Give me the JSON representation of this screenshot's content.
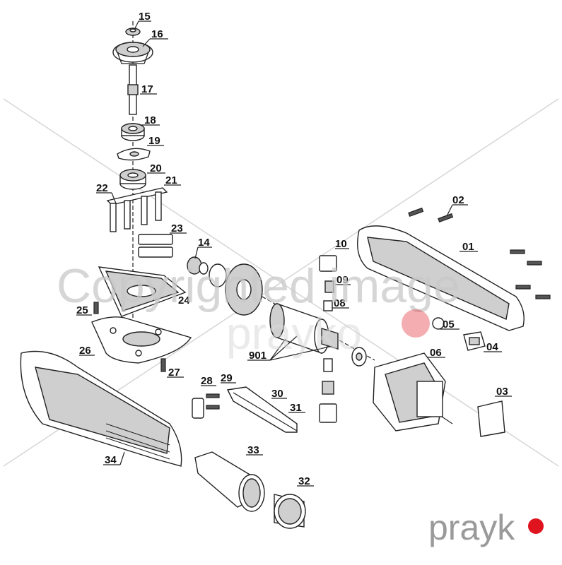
{
  "watermark": {
    "text": "Copyrighted image",
    "sub_text": "prayko"
  },
  "brand": {
    "text": "prayk",
    "dot_color": "#e0141e"
  },
  "accent_color": "#e0141e",
  "part_labels": {
    "p01": "01",
    "p02": "02",
    "p03": "03",
    "p04": "04",
    "p05": "05",
    "p06": "06",
    "p08": "08",
    "p09": "09",
    "p10": "10",
    "p14": "14",
    "p15": "15",
    "p16": "16",
    "p17": "17",
    "p18": "18",
    "p19": "19",
    "p20": "20",
    "p21": "21",
    "p22": "22",
    "p23": "23",
    "p24": "24",
    "p25": "25",
    "p26": "26",
    "p27": "27",
    "p28": "28",
    "p29": "29",
    "p30": "30",
    "p31": "31",
    "p32": "32",
    "p33": "33",
    "p34": "34",
    "p901": "901"
  }
}
